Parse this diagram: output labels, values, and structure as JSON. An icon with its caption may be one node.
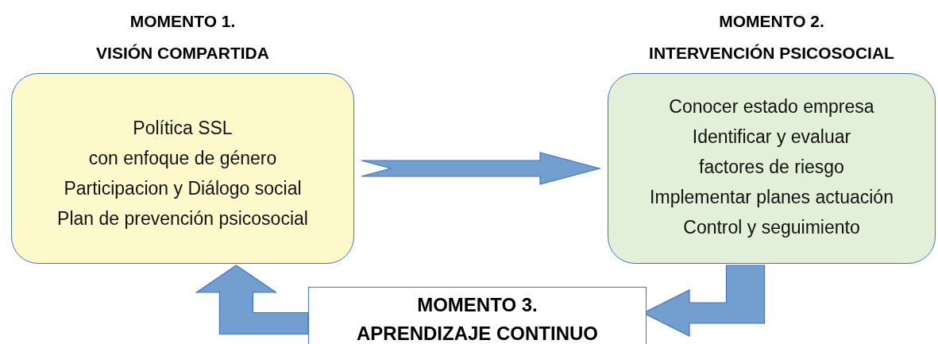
{
  "diagram": {
    "nodes": [
      {
        "text": [
          "MOMENTO 1.",
          "VISIÓN COMPARTIDA",
          "Política SSL",
          "con enfoque de género",
          "Participacion y Diálogo social",
          "Plan de prevención psicosocial"
        ]
      },
      {
        "text": [
          "MOMENTO 2.",
          "INTERVENCIÓN PSICOSOCIAL",
          "Conocer estado empresa",
          "Identificar y evaluar",
          "factores de riesgo",
          "Implementar planes actuación",
          "Control y seguimiento"
        ]
      },
      {
        "text": [
          "MOMENTO 3.",
          "APRENDIZAJE CONTINUO"
        ]
      }
    ],
    "edges": [
      {
        "from": 0,
        "to": 1,
        "arrow": "to",
        "style": "thick"
      },
      {
        "from": 1,
        "to": 2,
        "arrow": "to",
        "style": "thick"
      },
      {
        "from": 2,
        "to": 0,
        "arrow": "to",
        "style": "thick"
      }
    ]
  }
}
